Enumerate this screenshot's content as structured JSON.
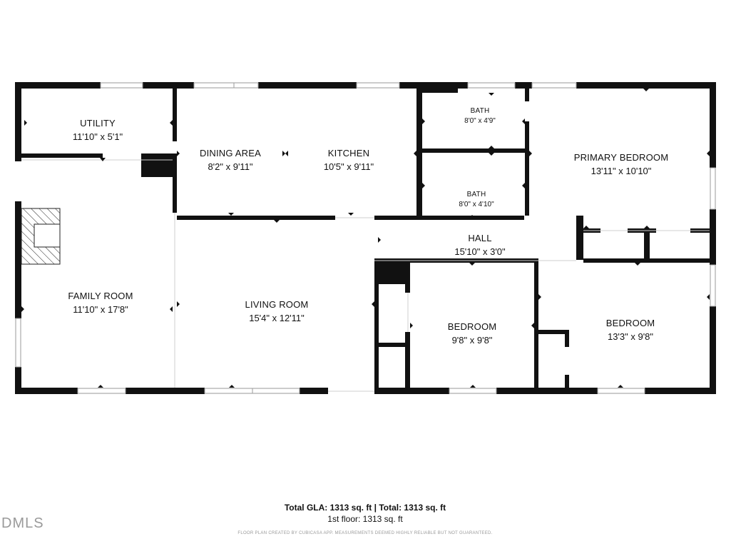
{
  "rooms": {
    "utility": {
      "name": "UTILITY",
      "dims": "11'10\" x 5'1\""
    },
    "dining": {
      "name": "DINING AREA",
      "dims": "8'2\" x 9'11\""
    },
    "kitchen": {
      "name": "KITCHEN",
      "dims": "10'5\" x 9'11\""
    },
    "bath1": {
      "name": "BATH",
      "dims": "8'0\" x 4'9\""
    },
    "bath2": {
      "name": "BATH",
      "dims": "8'0\" x 4'10\""
    },
    "primary": {
      "name": "PRIMARY BEDROOM",
      "dims": "13'11\" x 10'10\""
    },
    "hall": {
      "name": "HALL",
      "dims": "15'10\" x 3'0\""
    },
    "family": {
      "name": "FAMILY ROOM",
      "dims": "11'10\" x 17'8\""
    },
    "living": {
      "name": "LIVING ROOM",
      "dims": "15'4\" x 12'11\""
    },
    "bedroom1": {
      "name": "BEDROOM",
      "dims": "9'8\" x 9'8\""
    },
    "bedroom2": {
      "name": "BEDROOM",
      "dims": "13'3\" x 9'8\""
    }
  },
  "summary": {
    "totals": "Total GLA: 1313 sq. ft | Total: 1313 sq. ft",
    "floor": "1st floor: 1313 sq. ft",
    "disclaimer": "FLOOR PLAN CREATED BY CUBICASA APP. MEASUREMENTS DEEMED HIGHLY RELIABLE BUT NOT GUARANTEED."
  },
  "watermark": "DMLS",
  "colors": {
    "wall": "#111111",
    "window": "#9a9a9a",
    "hatch": "#222222"
  }
}
